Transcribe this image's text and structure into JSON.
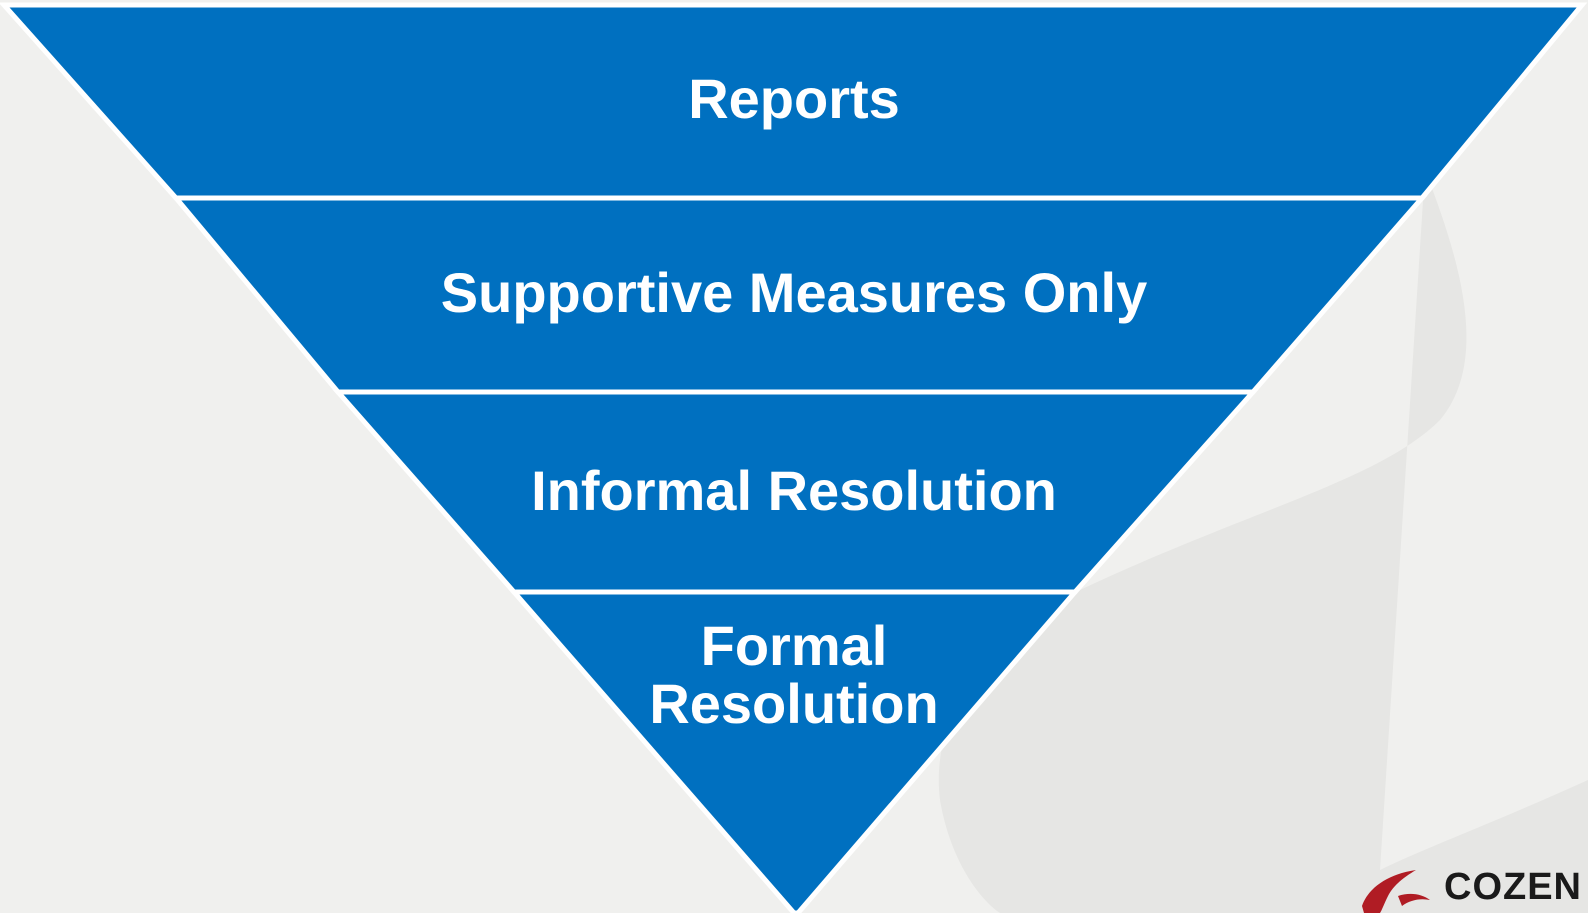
{
  "colors": {
    "background": "#f0f0ee",
    "swoosh": "#e6e6e4",
    "tier_fill": "#0070c0",
    "tier_outline": "#ffffff",
    "label": "#ffffff",
    "logo_mark": "#b01c24",
    "logo_text": "#1a1a1a"
  },
  "funnel": {
    "tiers": [
      {
        "label": "Reports"
      },
      {
        "label": "Supportive Measures Only"
      },
      {
        "label": "Informal Resolution"
      },
      {
        "label": "Formal\nResolution"
      }
    ]
  },
  "logo": {
    "icon": "swoosh-mark-icon",
    "text": "COZEN"
  }
}
